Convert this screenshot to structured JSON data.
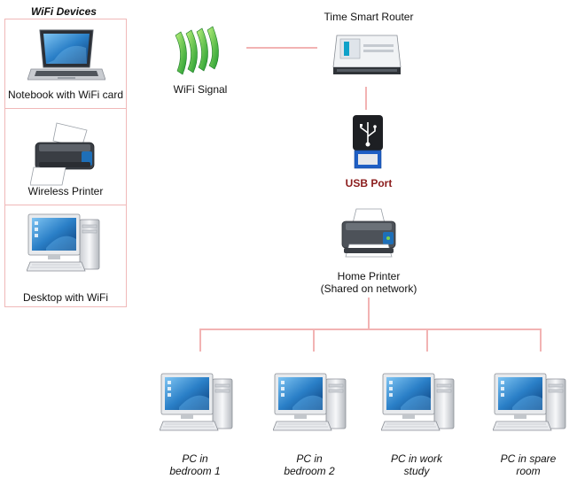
{
  "devices_panel": {
    "title": "WiFi Devices",
    "items": [
      {
        "label": "Notebook with WiFi card",
        "icon": "laptop-icon"
      },
      {
        "label": "Wireless Printer",
        "icon": "printer-icon"
      },
      {
        "label": "Desktop with WiFi",
        "icon": "desktop-computer-icon"
      }
    ]
  },
  "network": {
    "wifi_signal": "WiFi Signal",
    "router": "Time Smart Router",
    "usb_port": "USB Port",
    "home_printer_line1": "Home Printer",
    "home_printer_line2": "(Shared on network)",
    "pcs": [
      {
        "line1": "PC in",
        "line2": "bedroom 1"
      },
      {
        "line1": "PC in",
        "line2": "bedroom 2"
      },
      {
        "line1": "PC in work",
        "line2": "study"
      },
      {
        "line1": "PC in spare",
        "line2": "room"
      }
    ]
  },
  "colors": {
    "connector": "#f2b3b3",
    "panel_border": "#f0b8b8",
    "usb_label": "#8b1c1c",
    "wifi_green": "#3ab54a",
    "screen_blue": "#1e6fb8"
  }
}
